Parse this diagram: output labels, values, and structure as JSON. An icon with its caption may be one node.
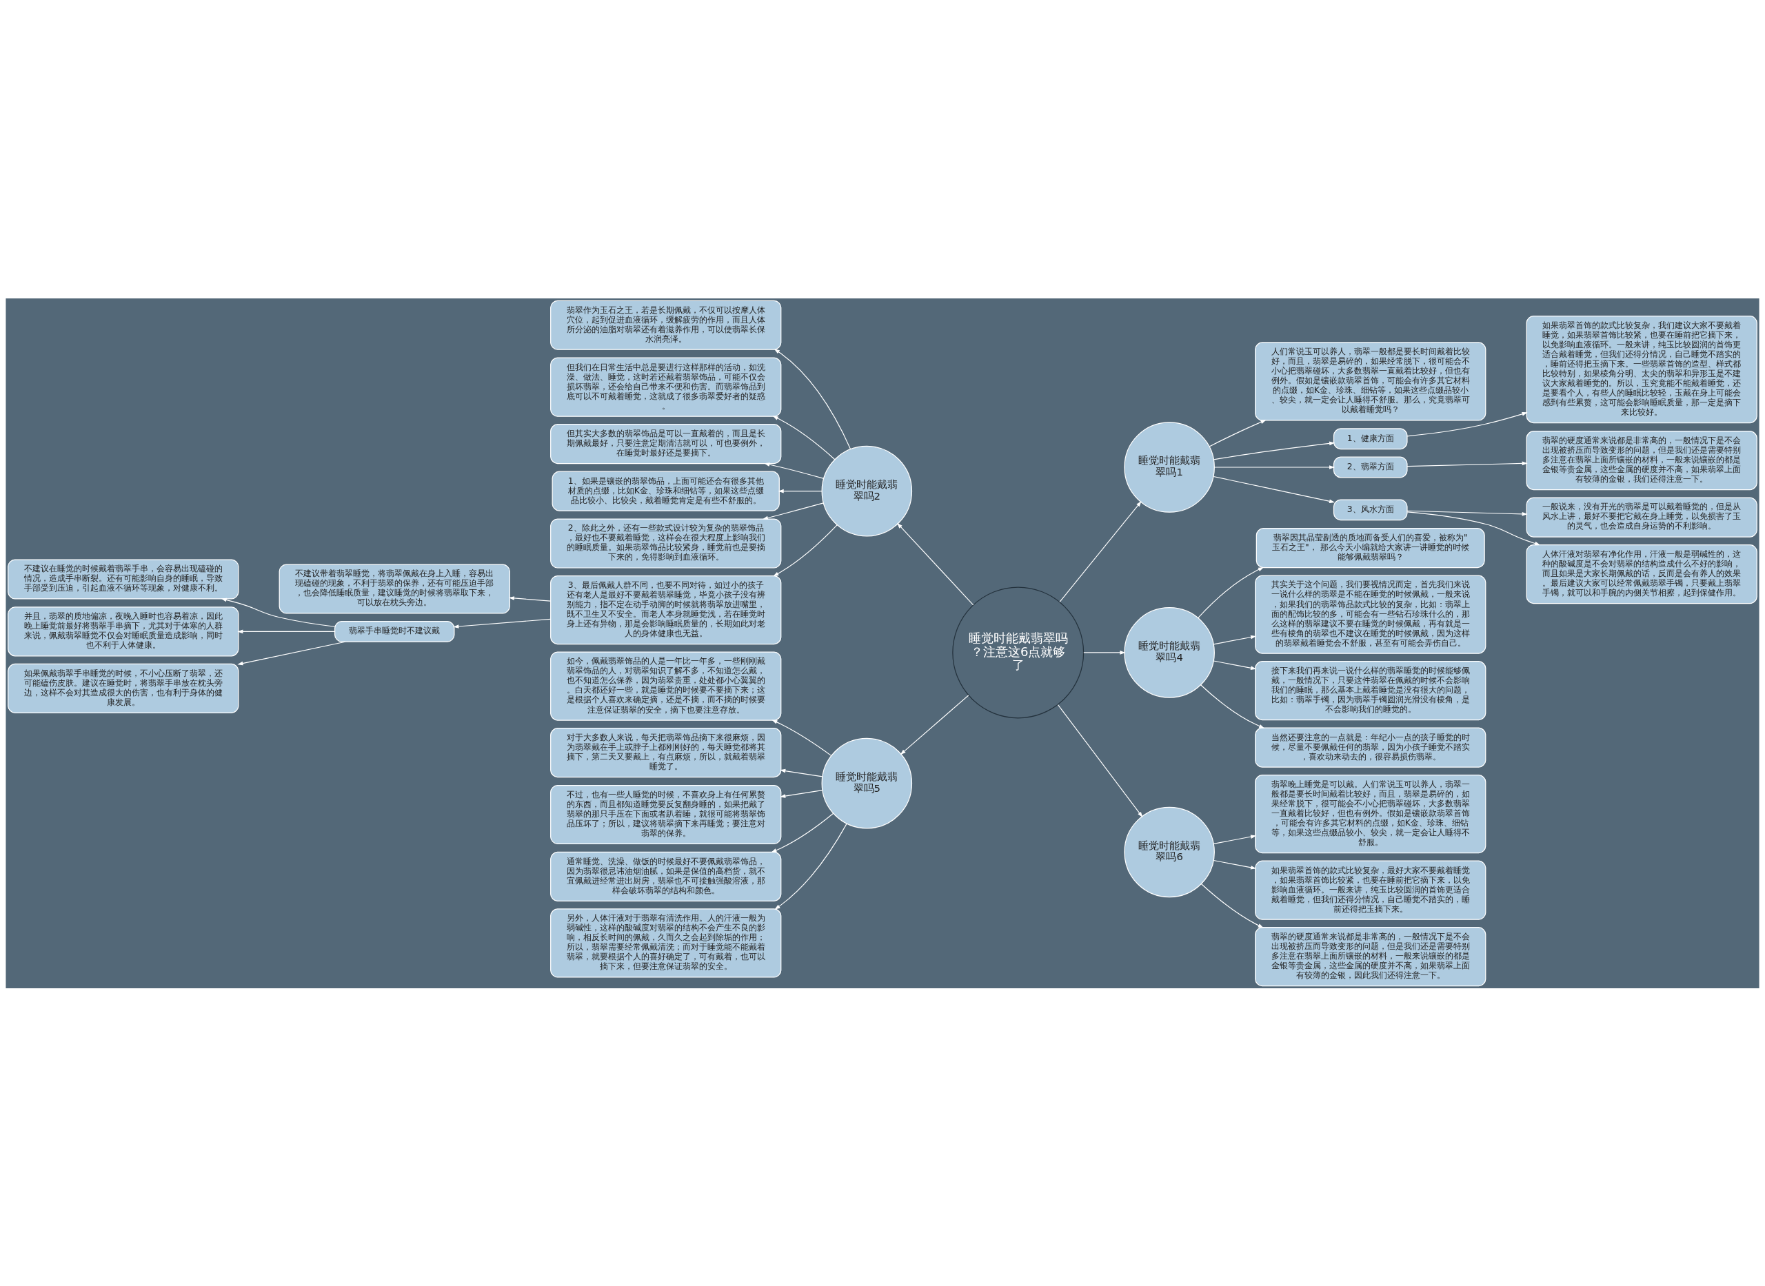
{
  "diagram": {
    "nodes": [
      {
        "text": [
          "睡觉时能戴翡翠吗？注意这6点就够了"
        ]
      },
      {
        "text": [
          "睡觉时能戴翡翠吗1"
        ]
      },
      {
        "text": [
          "人们常说玉可以养人，翡翠一般都是要长时间戴着比较好，而且，翡翠是易碎的，如果经常脱下，很可能会不小心把翡翠碰坏，大多数翡翠一直戴着比较好，但也有例外。假如是镶嵌款翡翠首饰，可能会有许多其它材料的点缀，如K金、珍珠、细钻等，如果这些点缀品较小、较尖，就一定会让人睡得不舒服。那么，究竟翡翠可以戴着睡觉吗？"
        ]
      },
      {
        "text": [
          "1、健康方面"
        ]
      },
      {
        "text": [
          "如果翡翠首饰的款式比较复杂，我们建议大家不要戴着睡觉，如果翡翠首饰比较紧，也要在睡前把它摘下来，以免影响血液循环。一般来讲，纯玉比较圆润的首饰更适合戴着睡觉，但我们还得分情况，自己睡觉不踏实的，睡前还得把玉摘下来。一些翡翠首饰的造型、样式都比较特别，如果棱角分明、太尖的翡翠和异形玉是不建议大家戴着睡觉的。所以，玉究竟能不能戴着睡觉，还是要看个人，有些人的睡眠比较轻，玉戴在身上可能会感到有些累赘，这可能会影响睡眠质量，那一定是摘下来比较好。"
        ]
      },
      {
        "text": [
          "2、翡翠方面"
        ]
      },
      {
        "text": [
          "翡翠的硬度通常来说都是非常高的，一般情况下是不会出现被挤压而导致变形的问题，但是我们还是需要特别多注意在翡翠上面所镶嵌的材料，一般来说镶嵌的都是金银等贵金属，这些金属的硬度并不高，如果翡翠上面有较薄的金银，我们还得注意一下。"
        ]
      },
      {
        "text": [
          "3、风水方面"
        ]
      },
      {
        "text": [
          "一般说来，没有开光的翡翠是可以戴着睡觉的，但是从风水上讲，最好不要把它戴在身上睡觉，以免损害了玉的灵气，也会造成自身运势的不利影响。"
        ]
      },
      {
        "text": [
          "人体汗液对翡翠有净化作用，汗液一般是弱碱性的，这种的酸碱度是不会对翡翠的结构造成什么不好的影响，而且如果是大家长期佩戴的话，反而是会有养人的效果。最后建议大家可以经常佩戴翡翠手镯，只要戴上翡翠手镯，就可以和手腕的内侧关节相擦，起到保健作用。"
        ]
      },
      {
        "text": [
          "睡觉时能戴翡翠吗2"
        ]
      },
      {
        "text": [
          "翡翠作为玉石之王，若是长期佩戴，不仅可以按摩人体穴位，起到促进血液循环，缓解疲劳的作用，而且人体所分泌的油脂对翡翠还有着滋养作用，可以使翡翠长保水润亮泽。"
        ]
      },
      {
        "text": [
          "但我们在日常生活中总是要进行这样那样的活动，如洗澡、做法、睡觉，这时若还戴着翡翠饰品，可能不仅会损坏翡翠，还会给自己带来不便和伤害。而翡翠饰品到底可以不可戴着睡觉，这就成了很多翡翠爱好者的疑惑。"
        ]
      },
      {
        "text": [
          "但其实大多数的翡翠饰品是可以一直戴着的，而且是长期佩戴最好，只要注意定期清洁就可以，可也要例外，在睡觉时最好还是要摘下。"
        ]
      },
      {
        "text": [
          "1、如果是镶嵌的翡翠饰品，上面可能还会有很多其他材质的点缀，比如K金、珍珠和细钻等，如果这些点缀品比较小、比较尖，戴着睡觉肯定是有些不舒服的。"
        ]
      },
      {
        "text": [
          "2、除此之外，还有一些款式设计较为复杂的翡翠饰品，最好也不要戴着睡觉，这样会在很大程度上影响我们的睡眠质量。如果翡翠饰品比较紧身，睡觉前也是要摘下来的，免得影响到血液循环。"
        ]
      },
      {
        "text": [
          "3、最后佩戴人群不同，也要不同对待，如过小的孩子还有老人是最好不要戴着翡翠睡觉，毕竟小孩子没有辨别能力，指不定在动手动脚的时候就将翡翠放进嘴里，既不卫生又不安全。而老人本身就睡觉浅，若在睡觉时身上还有异物，那是会影响睡眠质量的，长期如此对老人的身体健康也无益。"
        ]
      },
      {
        "text": [
          "不建议带着翡翠睡觉，将翡翠佩戴在身上入睡，容易出现磕碰的现象，不利于翡翠的保养，还有可能压迫手部，也会降低睡眠质量，建议睡觉的时候将翡翠取下来，可以放在枕头旁边。"
        ]
      },
      {
        "text": [
          "翡翠手串睡觉时不建议戴"
        ]
      },
      {
        "text": [
          "不建议在睡觉的时候戴着翡翠手串，会容易出现磕碰的情况，造成手串断裂。还有可能影响自身的睡眠，导致手部受到压迫，引起血液不循环等现象，对健康不利。"
        ]
      },
      {
        "text": [
          "并且，翡翠的质地偏凉，夜晚入睡时也容易着凉，因此晚上睡觉前最好将翡翠手串摘下，尤其对于体寒的人群来说，佩戴翡翠睡觉不仅会对睡眠质量造成影响，同时也不利于人体健康。"
        ]
      },
      {
        "text": [
          "如果佩戴翡翠手串睡觉的时候，不小心压断了翡翠，还可能磕伤皮肤。建议在睡觉时，将翡翠手串放在枕头旁边，这样不会对其造成很大的伤害，也有利于身体的健康发展。"
        ]
      },
      {
        "text": [
          "睡觉时能戴翡翠吗4"
        ]
      },
      {
        "text": [
          "翡翠因其晶莹剔透的质地而备受人们的喜爱，被称为\"玉石之王\"， 那么今天小编就给大家讲一讲睡觉的时候能够佩戴翡翠吗？"
        ]
      },
      {
        "text": [
          "其实关于这个问题，我们要视情况而定，首先我们来说一说什么样的翡翠是不能在睡觉的时候佩戴，一般来说，如果我们的翡翠饰品款式比较的复杂，比如：翡翠上面的配饰比较的多，可能会有一些钻石珍珠什么的，那么这样的翡翠建议不要在睡觉的时候佩戴，再有就是一些有棱角的翡翠也不建议在睡觉的时候佩戴，因为这样的翡翠戴着睡觉会不舒服，甚至有可能会弄伤自己。"
        ]
      },
      {
        "text": [
          "接下来我们再来说一说什么样的翡翠睡觉的时候能够佩戴，一般情况下，只要这件翡翠在佩戴的时候不会影响我们的睡眠，那么基本上戴着睡觉是没有很大的问题，比如：翡翠手镯，因为翡翠手镯圆润光滑没有棱角，是不会影响我们的睡觉的。"
        ]
      },
      {
        "text": [
          "当然还要注意的一点就是：年纪小一点的孩子睡觉的时候，尽量不要佩戴任何的翡翠，因为小孩子睡觉不踏实，喜欢动来动去的，很容易损伤翡翠。"
        ]
      },
      {
        "text": [
          "睡觉时能戴翡翠吗5"
        ]
      },
      {
        "text": [
          "如今，佩戴翡翠饰品的人是一年比一年多，一些刚刚戴翡翠饰品的人，对翡翠知识了解不多，不知道怎么戴，也不知道怎么保养，因为翡翠贵重，处处都小心翼翼的。白天都还好一些，就是睡觉的时候要不要摘下来；这是根据个人喜欢来确定摘，还是不摘，而不摘的时候要注意保证翡翠的安全，摘下也要注意存放。"
        ]
      },
      {
        "text": [
          "对于大多数人来说，每天把翡翠饰品摘下来很麻烦，因为翡翠戴在手上或脖子上都刚刚好的，每天睡觉都将其摘下，第二天又要戴上，有点麻烦，所以，就戴着翡翠睡觉了。"
        ]
      },
      {
        "text": [
          "不过，也有一些人睡觉的时候，不喜欢身上有任何累赘的东西，而且都知道睡觉要反复翻身睡的，如果把戴了翡翠的那只手压在下面或者趴着睡，就很可能将翡翠饰品压坏了；所以，建议将翡翠摘下来再睡觉；要注意对翡翠的保养。"
        ]
      },
      {
        "text": [
          "通常睡觉、洗澡、做饭的时候最好不要佩戴翡翠饰品，因为翡翠很忌讳油烟油腻，如果是保值的高档货，就不宜佩戴进经常进出厨房，翡翠也不可接触强酸溶液，那样会破坏翡翠的结构和颜色。"
        ]
      },
      {
        "text": [
          "另外，人体汗液对于翡翠有清洗作用。人的汗液一般为弱碱性，这样的酸碱度对翡翠的结构不会产生不良的影响，相反长时间的佩戴，久而久之会起到除垢的作用；所以，翡翠需要经常佩戴清洗；而对于睡觉能不能戴着翡翠，就要根据个人的喜好确定了，可有戴着，也可以摘下来，但要注意保证翡翠的安全。"
        ]
      },
      {
        "text": [
          "睡觉时能戴翡翠吗6"
        ]
      },
      {
        "text": [
          "翡翠晚上睡觉是可以戴。人们常说玉可以养人，翡翠一般都是要长时间戴着比较好，而且，翡翠是易碎的，如果经常脱下，很可能会不小心把翡翠碰坏，大多数翡翠一直戴着比较好，但也有例外。假如是镶嵌款翡翠首饰，可能会有许多其它材料的点缀，如K金、珍珠、细钻等，如果这些点缀品较小、较尖，就一定会让人睡得不舒服。"
        ]
      },
      {
        "text": [
          "如果翡翠首饰的款式比较复杂，最好大家不要戴着睡觉，如果翡翠首饰比较紧，也要在睡前把它摘下来，以免影响血液循环。一般来讲，纯玉比较圆润的首饰更适合戴着睡觉，但我们还得分情况，自己睡觉不踏实的，睡前还得把玉摘下来。"
        ]
      },
      {
        "text": [
          "翡翠的硬度通常来说都是非常高的，一般情况下是不会出现被挤压而导致变形的问题，但是我们还是需要特别多注意在翡翠上面所镶嵌的材料，一般来说镶嵌的都是金银等贵金属，这些金属的硬度并不高，如果翡翠上面有较薄的金银，因此我们还得注意一下。"
        ]
      }
    ],
    "edges": [
      {
        "from": 0,
        "to": 1,
        "arrow": "to"
      },
      {
        "from": 1,
        "to": 2,
        "arrow": "to"
      },
      {
        "from": 1,
        "to": 3,
        "arrow": "to"
      },
      {
        "from": 3,
        "to": 4,
        "arrow": "to"
      },
      {
        "from": 1,
        "to": 5,
        "arrow": "to"
      },
      {
        "from": 5,
        "to": 6,
        "arrow": "to"
      },
      {
        "from": 1,
        "to": 7,
        "arrow": "to"
      },
      {
        "from": 7,
        "to": 8,
        "arrow": "to"
      },
      {
        "from": 7,
        "to": 9,
        "arrow": "to"
      },
      {
        "from": 0,
        "to": 10,
        "arrow": "to"
      },
      {
        "from": 10,
        "to": 11,
        "arrow": "to"
      },
      {
        "from": 10,
        "to": 12,
        "arrow": "to"
      },
      {
        "from": 10,
        "to": 13,
        "arrow": "to"
      },
      {
        "from": 10,
        "to": 14,
        "arrow": "to"
      },
      {
        "from": 10,
        "to": 15,
        "arrow": "to"
      },
      {
        "from": 10,
        "to": 16,
        "arrow": "to"
      },
      {
        "from": 16,
        "to": 17,
        "arrow": "to"
      },
      {
        "from": 16,
        "to": 18,
        "arrow": "to"
      },
      {
        "from": 18,
        "to": 19,
        "arrow": "to"
      },
      {
        "from": 18,
        "to": 20,
        "arrow": "to"
      },
      {
        "from": 18,
        "to": 21,
        "arrow": "to"
      },
      {
        "from": 0,
        "to": 22,
        "arrow": "to"
      },
      {
        "from": 22,
        "to": 23,
        "arrow": "to"
      },
      {
        "from": 22,
        "to": 24,
        "arrow": "to"
      },
      {
        "from": 22,
        "to": 25,
        "arrow": "to"
      },
      {
        "from": 22,
        "to": 26,
        "arrow": "to"
      },
      {
        "from": 0,
        "to": 27,
        "arrow": "to"
      },
      {
        "from": 27,
        "to": 28,
        "arrow": "to"
      },
      {
        "from": 27,
        "to": 29,
        "arrow": "to"
      },
      {
        "from": 27,
        "to": 30,
        "arrow": "to"
      },
      {
        "from": 27,
        "to": 31,
        "arrow": "to"
      },
      {
        "from": 27,
        "to": 32,
        "arrow": "to"
      },
      {
        "from": 0,
        "to": 33,
        "arrow": "to"
      },
      {
        "from": 33,
        "to": 34,
        "arrow": "to"
      },
      {
        "from": 33,
        "to": 35,
        "arrow": "to"
      },
      {
        "from": 33,
        "to": 36,
        "arrow": "to"
      }
    ]
  }
}
